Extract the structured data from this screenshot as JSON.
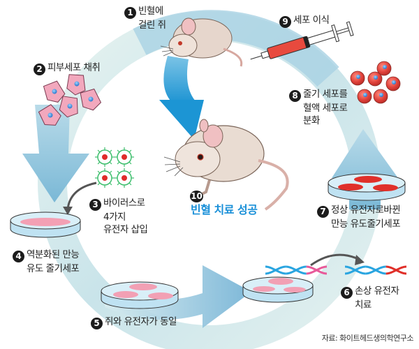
{
  "steps": [
    {
      "num": "1",
      "lines": [
        "빈혈에",
        "걸린 쥐"
      ]
    },
    {
      "num": "2",
      "lines": [
        "피부세포 채취"
      ]
    },
    {
      "num": "3",
      "lines": [
        "바이러스로",
        "4가지",
        "유전자 삽입"
      ]
    },
    {
      "num": "4",
      "lines": [
        "역분화된 만능",
        "유도 줄기세포"
      ]
    },
    {
      "num": "5",
      "lines": [
        "쥐와 유전자가 동일"
      ]
    },
    {
      "num": "6",
      "lines": [
        "손상 유전자",
        "치료"
      ]
    },
    {
      "num": "7",
      "lines": [
        "정상 유전자로바뀐",
        "만능 유도줄기세포"
      ]
    },
    {
      "num": "8",
      "lines": [
        "줄기 세포를",
        "혈액 세포로",
        "분화"
      ]
    },
    {
      "num": "9",
      "lines": [
        "세포 이식"
      ]
    },
    {
      "num": "10",
      "lines": [
        "빈혈 치료 성공"
      ]
    }
  ],
  "source": "자료: 화이트헤드생의학연구소",
  "colors": {
    "arc_light": "#dcefee",
    "arc_blue": "#6fb3d6",
    "arrow_blue": "#1f9ad6",
    "accent_text": "#1a90d8",
    "skin_cell": "#f2a8bd",
    "blood_cell": "#e0413a",
    "virus": "#3fbf6e",
    "dna_blue": "#2aa5e0",
    "dna_pink": "#e85a9a",
    "dna_red": "#e0302a"
  }
}
